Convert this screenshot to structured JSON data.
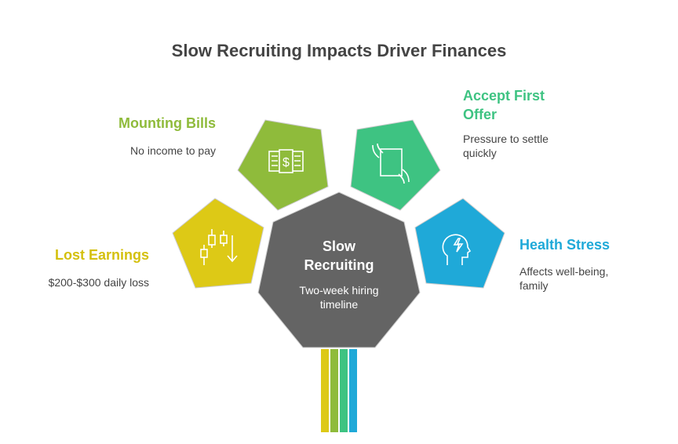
{
  "title": "Slow Recruiting Impacts Driver Finances",
  "center": {
    "title_line1": "Slow",
    "title_line2": "Recruiting",
    "desc_line1": "Two-week hiring",
    "desc_line2": "timeline",
    "color": "#646464"
  },
  "items": [
    {
      "title": "Lost Earnings",
      "desc": "$200-$300 daily loss",
      "color": "#DDC916",
      "icon": "candlestick-down-icon"
    },
    {
      "title": "Mounting Bills",
      "desc": "No income to pay",
      "color": "#8FBB3B",
      "icon": "money-bills-icon"
    },
    {
      "title_line1": "Accept First",
      "title_line2": "Offer",
      "desc_line1": "Pressure to settle",
      "desc_line2": "quickly",
      "color": "#3EC382",
      "icon": "hands-document-icon"
    },
    {
      "title": "Health Stress",
      "desc_line1": "Affects well-being,",
      "desc_line2": "family",
      "color": "#1FA9D8",
      "icon": "head-lightning-icon"
    }
  ]
}
